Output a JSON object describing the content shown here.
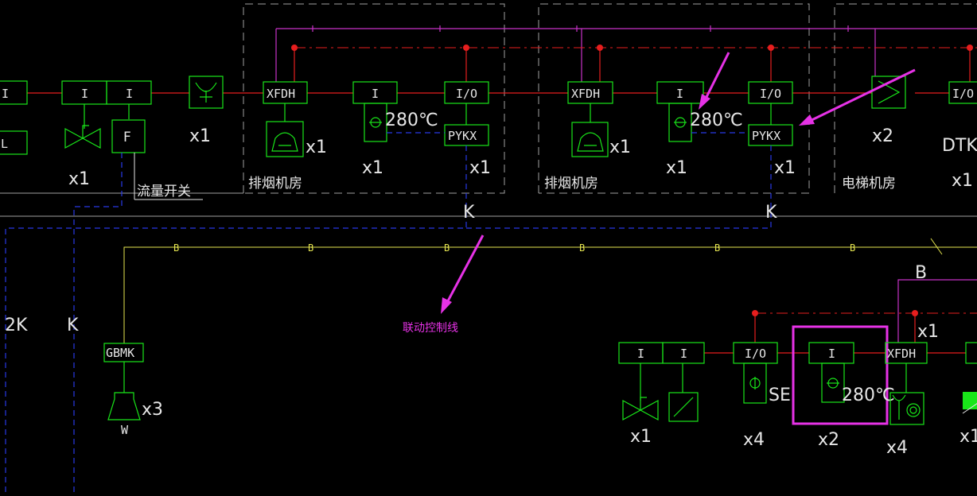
{
  "labels": {
    "io": "I/O",
    "in": "I",
    "xfdh": "XFDH",
    "pykx": "PYKX",
    "gbmk": "GBMK",
    "dtk": "DTK",
    "f": "F",
    "l": "L",
    "b": "B",
    "k": "K",
    "two_k": "2K",
    "w": "W",
    "se": "SE",
    "temp": "280℃",
    "x1": "x1",
    "x2": "x2",
    "x3": "x3",
    "x4": "x4"
  },
  "rooms": {
    "smoke_room": "排烟机房",
    "elevator_room": "电梯机房"
  },
  "annotations": {
    "flow_switch": "流量开关",
    "linkage_line": "联动控制线"
  },
  "colors": {
    "green": "#19e619",
    "red": "#e61e1e",
    "magenta": "#c832c8",
    "yellow": "#e6e650",
    "blue": "#2838e6",
    "arrow": "#e632e6"
  }
}
